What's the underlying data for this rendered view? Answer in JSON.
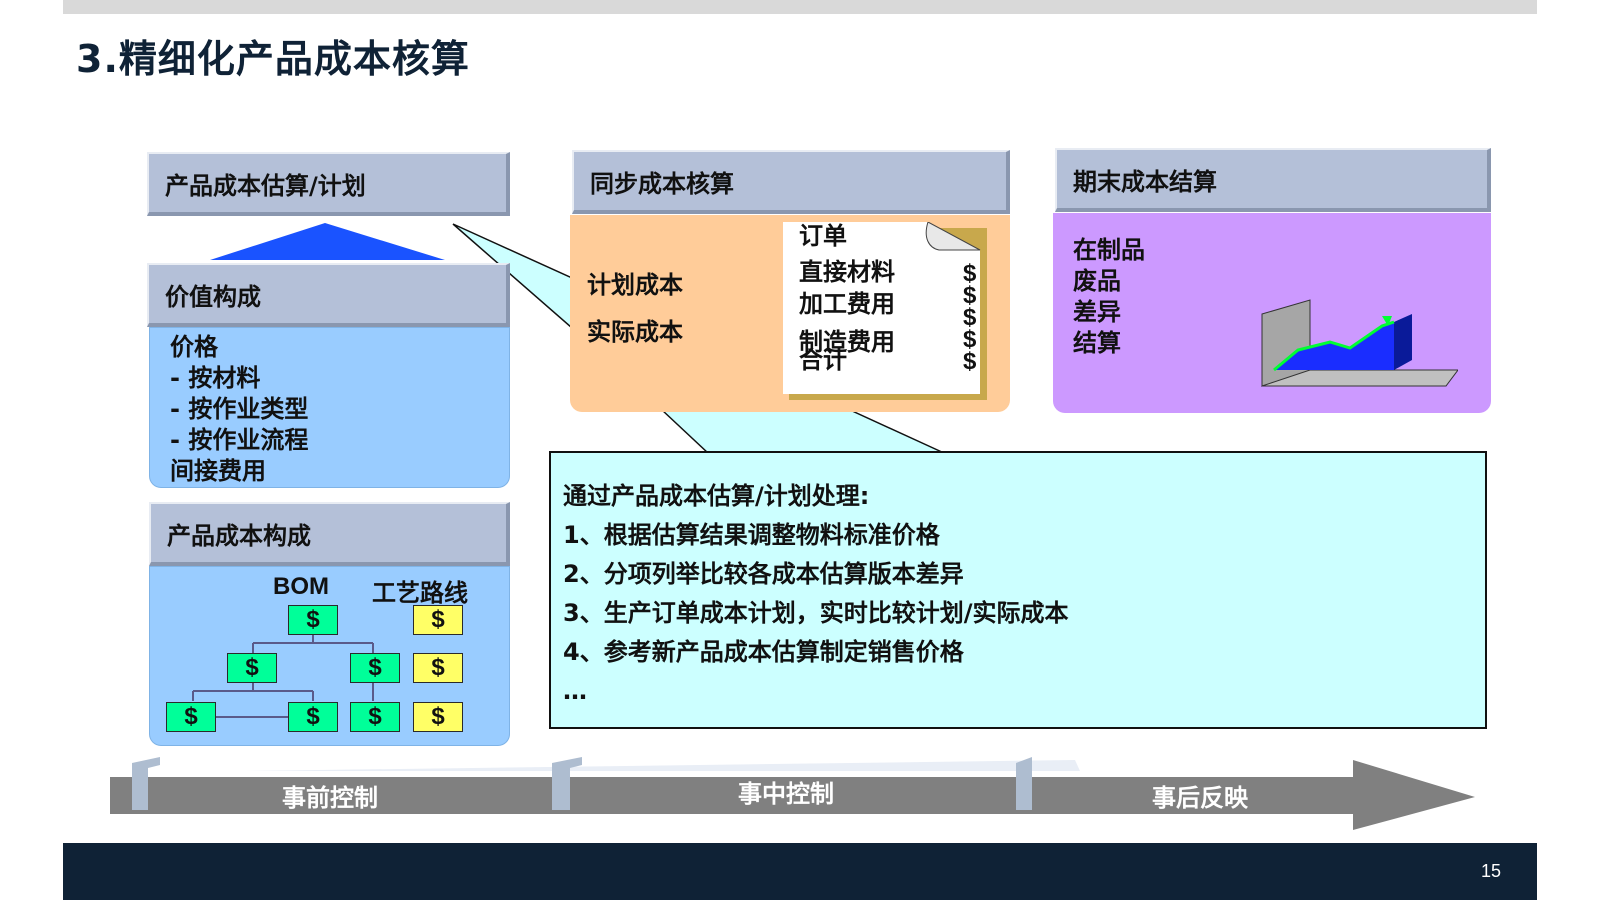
{
  "title": "3.精细化产品成本核算",
  "page_number": "15",
  "left_column": {
    "estimate_header": "产品成本估算/计划",
    "value_header": "价值构成",
    "value_items": [
      "价格",
      "- 按材料",
      "- 按作业类型",
      "- 按作业流程",
      "间接费用"
    ],
    "composition_header": "产品成本构成",
    "bom_label": "BOM",
    "routing_label": "工艺路线",
    "dollar_symbol": "$"
  },
  "middle_column": {
    "header": "同步成本核算",
    "labels": [
      "计划成本",
      "实际成本"
    ],
    "document_items": [
      "订单",
      "直接材料",
      "加工费用",
      "制造费用",
      "合计"
    ],
    "document_dollars": [
      "$",
      "$",
      "$",
      "$",
      "$"
    ]
  },
  "right_column": {
    "header": "期末成本结算",
    "items": [
      "在制品",
      "废品",
      "差异",
      "结算"
    ]
  },
  "info_box": {
    "lines": [
      "通过产品成本估算/计划处理:",
      "1、根据估算结果调整物料标准价格",
      "2、分项列举比较各成本估算版本差异",
      "3、生产订单成本计划，实时比较计划/实际成本",
      "4、参考新产品成本估算制定销售价格",
      "…"
    ]
  },
  "timeline": {
    "labels": [
      "事前控制",
      "事中控制",
      "事后反映"
    ]
  },
  "colors": {
    "header_bg": "#b4c0d8",
    "panel_blue": "#99ccff",
    "panel_orange": "#ffcc99",
    "panel_purple": "#cc99ff",
    "info_box_bg": "#ccffff",
    "footer_bg": "#0f2236",
    "arrow_gray": "#808080",
    "dollar_green": "#00ff99",
    "dollar_yellow": "#ffff66"
  }
}
